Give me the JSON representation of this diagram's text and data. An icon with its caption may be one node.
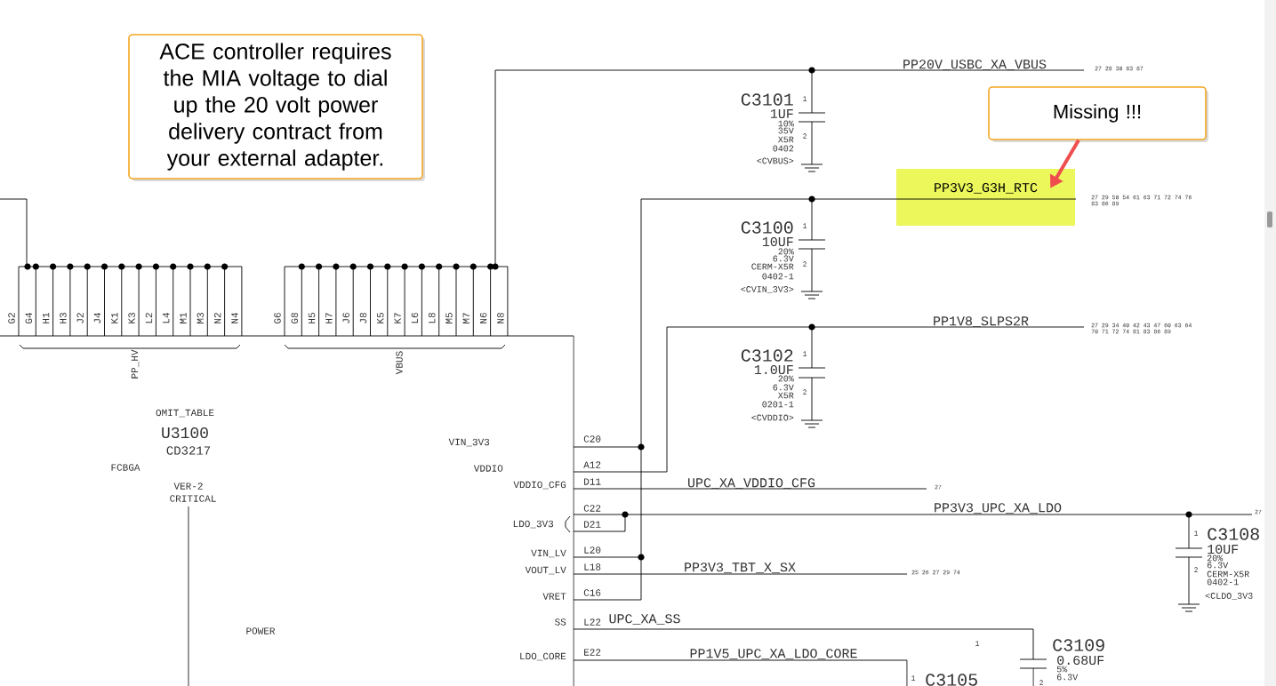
{
  "diagram": {
    "nodes": [
      {
        "text": [
          "ACE controller requires the MIA voltage to dial up the 20 volt power delivery contract from your external adapter."
        ]
      },
      {
        "text": [
          "Missing !!!"
        ]
      },
      {
        "text": [
          "PP3V3_G3H_RTC"
        ]
      }
    ],
    "edges": [
      {
        "from": 1,
        "to": 2,
        "arrow": "to",
        "color": "#f04e4e"
      }
    ],
    "labels": [
      "PP20V_USBC_XA_VBUS",
      "27 28 30 83 87",
      "C3101",
      "1",
      "1UF",
      "10%",
      "35V",
      "X5R",
      "2",
      "0402",
      "<CVBUS>",
      "27 29 50 54 61 63 71 72 74 76",
      "83 86 89",
      "C3100",
      "1",
      "10UF",
      "20%",
      "6.3V",
      "CERM-X5R",
      "2",
      "0402-1",
      "<CVIN_3V3>",
      "PP1V8_SLPS2R",
      "27 29 34 40 42 43 47 60 63 64",
      "70 71 72 74 81 83 86 89",
      "C3102",
      "1",
      "1.0UF",
      "20%",
      "6.3V",
      "X5R",
      "2",
      "0201-1",
      "<CVDDIO>",
      "G2",
      "G4",
      "H1",
      "H3",
      "J2",
      "J4",
      "K1",
      "K3",
      "L2",
      "L4",
      "M1",
      "M3",
      "N2",
      "N4",
      "PP_HV",
      "G6",
      "G8",
      "H5",
      "H7",
      "J6",
      "J8",
      "K5",
      "K7",
      "L6",
      "L8",
      "M5",
      "M7",
      "N6",
      "N8",
      "VBUS",
      "OMIT_TABLE",
      "U3100",
      "CD3217",
      "FCBGA",
      "VER-2",
      "CRITICAL",
      "VIN_3V3",
      "VDDIO",
      "VDDIO_CFG",
      "LDO_3V3",
      "VIN_LV",
      "VOUT_LV",
      "VRET",
      "SS",
      "POWER",
      "LDO_CORE",
      "C20",
      "A12",
      "D11",
      "C22",
      "D21",
      "L20",
      "L18",
      "C16",
      "L22",
      "E22",
      "UPC_XA_VDDIO_CFG",
      "27",
      "PP3V3_UPC_XA_LDO",
      "27",
      "1",
      "C3108",
      "10UF",
      "20%",
      "6.3V",
      "CERM-X5R",
      "2",
      "0402-1",
      "PP3V3_TBT_X_SX",
      "25 26 27 29 74",
      "<CLDO_3V3",
      "UPC_XA_SS",
      "1",
      "C3109",
      "PP1V5_UPC_XA_LDO_CORE",
      "0.68UF",
      "5%",
      "1",
      "C3105",
      "2",
      "6.3V"
    ]
  }
}
